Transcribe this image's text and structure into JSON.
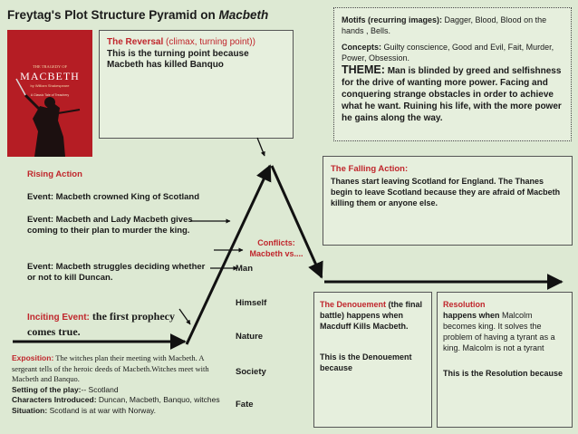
{
  "title": {
    "main": "Freytag's Plot Structure Pyramid on ",
    "play": "Macbeth"
  },
  "book": {
    "series": "THE TRAGEDY OF",
    "name": "MACBETH",
    "author": "by William Shakespeare",
    "tagline": "A Classic Tale of Treachery"
  },
  "reversal": {
    "heading": "The Reversal",
    "sub": " (climax, turning point))",
    "body": "This is the turning point because Macbeth has killed Banquo"
  },
  "motifs": {
    "label": "Motifs (recurring images):",
    "text": " Dagger, Blood, Blood on the hands , Bells."
  },
  "concepts": {
    "label": "Concepts:",
    "text": " Guilty conscience, Good and Evil, Fait, Murder, Power, Obsession."
  },
  "theme": {
    "label": "THEME:",
    "text": " Man is blinded by greed and selfishness for the drive of wanting more power. Facing and conquering strange obstacles in order to achieve what he want. Ruining his life, with the more power he gains along the way."
  },
  "falling": {
    "heading": "The Falling Action:",
    "body": "Thanes start leaving Scotland for England. The Thanes begin to leave Scotland because they are afraid of Macbeth killing them or anyone else."
  },
  "rising": {
    "heading": "Rising Action",
    "event1": "Event: Macbeth crowned King of Scotland",
    "event2": "Event:   Macbeth and Lady Macbeth gives coming to their plan to murder the king.",
    "event3": "Event:   Macbeth struggles deciding whether or not to kill Duncan."
  },
  "conflicts": {
    "heading": "Conflicts: Macbeth vs....",
    "items": [
      "Man",
      "Himself",
      "Nature",
      "Society",
      "Fate"
    ]
  },
  "inciting": {
    "label": "Inciting Event:",
    "text": " the first prophecy comes true."
  },
  "exposition": {
    "label": "Exposition:",
    "text": " The witches plan their meeting with Macbeth.  A sergeant tells of the heroic deeds of Macbeth.Witches meet with Macbeth and Banquo.",
    "setting_label": "Setting of the play:",
    "setting": "-- Scotland",
    "chars_label": "Characters Introduced:",
    "chars": " Duncan, Macbeth, Banquo, witches",
    "situation_label": "Situation:",
    "situation": " Scotland is at war with Norway."
  },
  "denouement": {
    "heading": "The Denouement",
    "heading_rest": " (the final battle) happens when Macduff Kills Macbeth.",
    "body": "This is the Denouement because"
  },
  "resolution": {
    "heading": "Resolution",
    "line1": "happens when",
    "line1_rest": " Malcolm becomes king. It solves the problem of having a tyrant as a king. Malcolm is not a tyrant",
    "body": "This is the Resolution because"
  }
}
